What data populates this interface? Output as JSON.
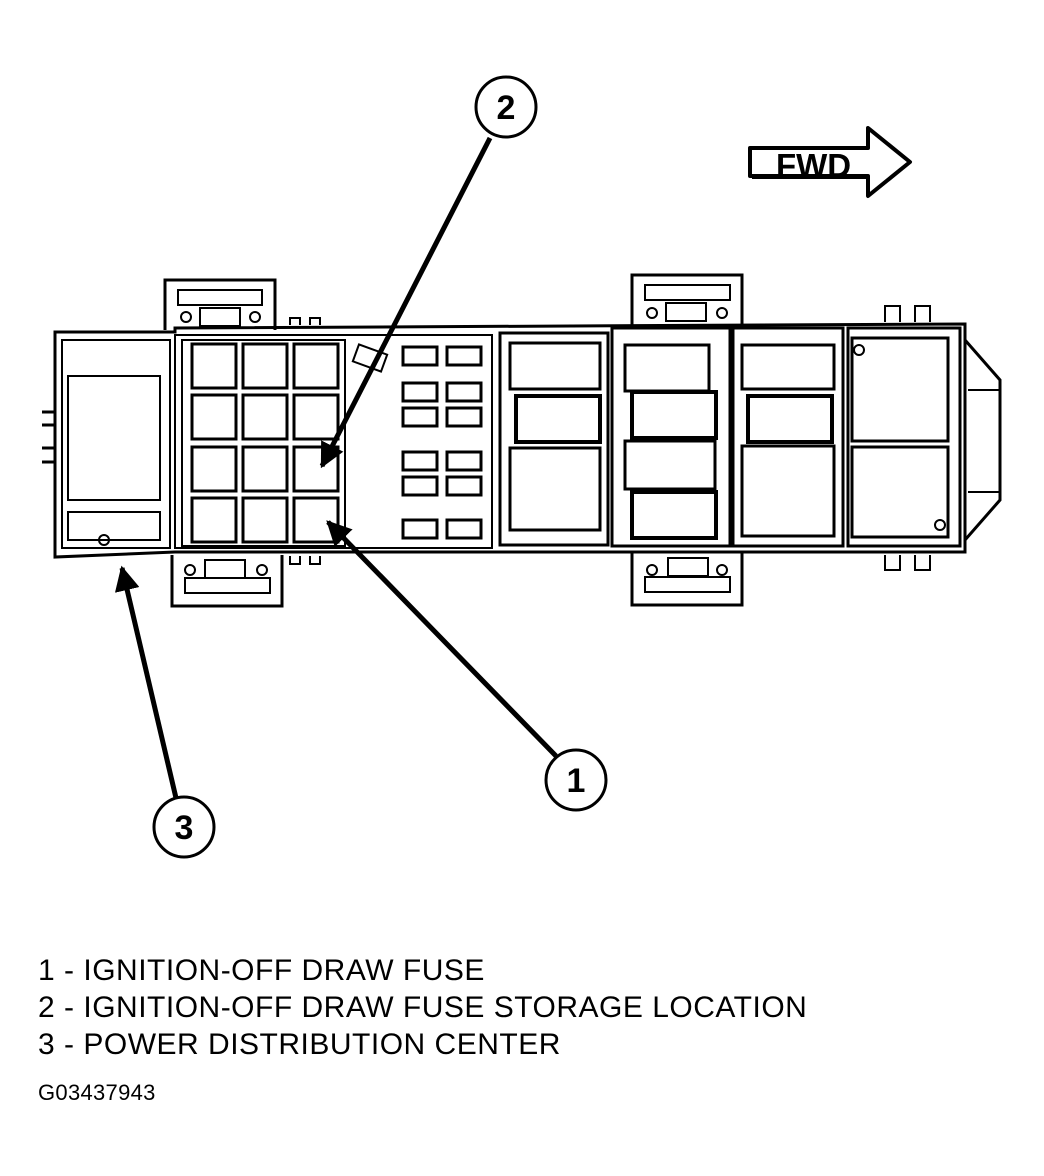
{
  "callouts": {
    "c1": "1",
    "c2": "2",
    "c3": "3"
  },
  "fwd_label": "FWD",
  "legend": [
    {
      "num": "1",
      "text": "IGNITION-OFF DRAW FUSE"
    },
    {
      "num": "2",
      "text": "IGNITION-OFF DRAW FUSE STORAGE LOCATION"
    },
    {
      "num": "3",
      "text": "POWER DISTRIBUTION CENTER"
    }
  ],
  "figure_id": "G03437943"
}
